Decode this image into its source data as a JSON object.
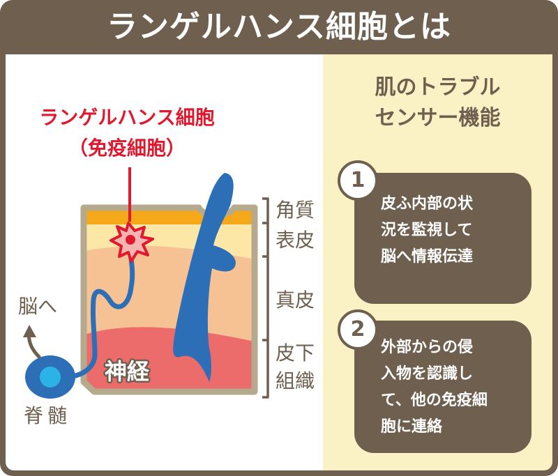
{
  "title": "ランゲルハンス細胞とは",
  "diagram": {
    "callout_line1": "ランゲルハンス細胞",
    "callout_line2": "（免疫細胞）",
    "layers": {
      "stratum_corneum": "角質",
      "epidermis": "表皮",
      "dermis": "真皮",
      "subcutis_line1": "皮下",
      "subcutis_line2": "組織"
    },
    "nerve_label": "神経",
    "brain_label": "脳へ",
    "spine_label": "脊髄"
  },
  "sensor": {
    "heading_line1": "肌のトラブル",
    "heading_line2": "センサー機能",
    "items": [
      {
        "number": "1",
        "lines": [
          "皮ふ内部の状",
          "況を監視して",
          "脳へ情報伝達"
        ]
      },
      {
        "number": "2",
        "lines": [
          "外部からの侵",
          "入物を認識し",
          "て、他の免疫細",
          "胞に連絡"
        ]
      }
    ]
  },
  "colors": {
    "frame": "#6e5f4f",
    "panel": "#faf2c4",
    "callout_red": "#e0192f",
    "hair_blue": "#2d6fb6",
    "subcutis_red": "#ec6b6b",
    "dermis": "#f7c293",
    "epidermis": "#fce7a6",
    "stratum_corneum": "#f4a81a"
  }
}
